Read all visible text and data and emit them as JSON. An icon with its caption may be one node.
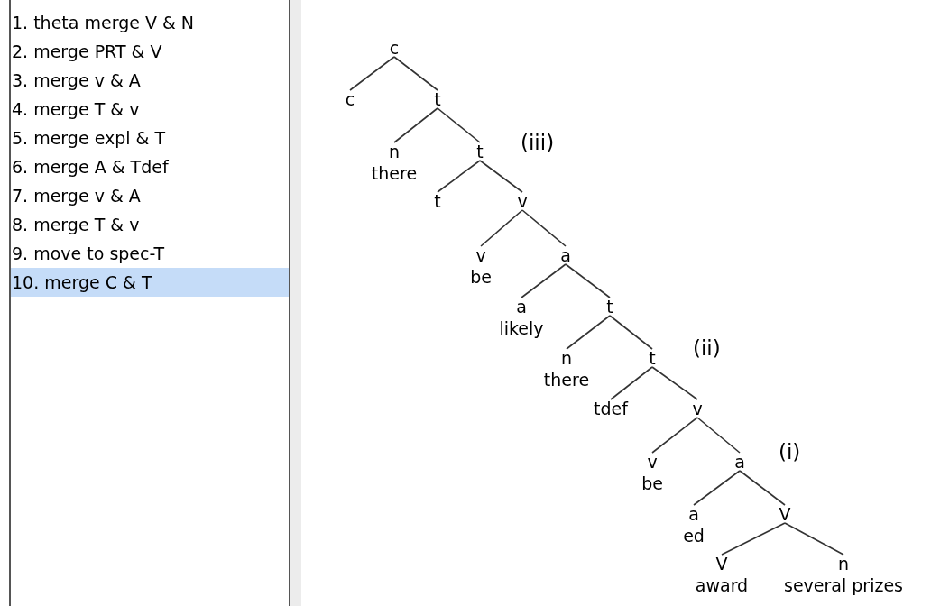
{
  "diagram": {
    "nodes": [
      {
        "text": [
          "c"
        ]
      },
      {
        "text": [
          "c"
        ]
      },
      {
        "text": [
          "t"
        ]
      },
      {
        "text": [
          "n",
          "there"
        ]
      },
      {
        "text": [
          "t"
        ]
      },
      {
        "text": [
          "t"
        ]
      },
      {
        "text": [
          "v"
        ]
      },
      {
        "text": [
          "v",
          "be"
        ]
      },
      {
        "text": [
          "a"
        ]
      },
      {
        "text": [
          "a",
          "likely"
        ]
      },
      {
        "text": [
          "t"
        ]
      },
      {
        "text": [
          "n",
          "there"
        ]
      },
      {
        "text": [
          "t"
        ]
      },
      {
        "text": [
          "tdef"
        ]
      },
      {
        "text": [
          "v"
        ]
      },
      {
        "text": [
          "v",
          "be"
        ]
      },
      {
        "text": [
          "a"
        ]
      },
      {
        "text": [
          "a",
          "ed"
        ]
      },
      {
        "text": [
          "V"
        ]
      },
      {
        "text": [
          "V",
          "award"
        ]
      },
      {
        "text": [
          "n",
          "several prizes"
        ]
      }
    ],
    "edges": [
      {
        "from": 0,
        "to": 1,
        "arrow": "none"
      },
      {
        "from": 0,
        "to": 2,
        "arrow": "none"
      },
      {
        "from": 2,
        "to": 3,
        "arrow": "none"
      },
      {
        "from": 2,
        "to": 4,
        "arrow": "none"
      },
      {
        "from": 4,
        "to": 5,
        "arrow": "none"
      },
      {
        "from": 4,
        "to": 6,
        "arrow": "none"
      },
      {
        "from": 6,
        "to": 7,
        "arrow": "none"
      },
      {
        "from": 6,
        "to": 8,
        "arrow": "none"
      },
      {
        "from": 8,
        "to": 9,
        "arrow": "none"
      },
      {
        "from": 8,
        "to": 10,
        "arrow": "none"
      },
      {
        "from": 10,
        "to": 11,
        "arrow": "none"
      },
      {
        "from": 10,
        "to": 12,
        "arrow": "none"
      },
      {
        "from": 12,
        "to": 13,
        "arrow": "none"
      },
      {
        "from": 12,
        "to": 14,
        "arrow": "none"
      },
      {
        "from": 14,
        "to": 15,
        "arrow": "none"
      },
      {
        "from": 14,
        "to": 16,
        "arrow": "none"
      },
      {
        "from": 16,
        "to": 17,
        "arrow": "none"
      },
      {
        "from": 16,
        "to": 18,
        "arrow": "none"
      },
      {
        "from": 18,
        "to": 19,
        "arrow": "none"
      },
      {
        "from": 18,
        "to": 20,
        "arrow": "none"
      }
    ],
    "labels": [
      "1. theta merge V & N",
      "2. merge PRT & V",
      "3. merge v & A",
      "4. merge T & v",
      "5. merge expl & T",
      "6. merge A & Tdef",
      "7. merge v & A",
      "8. merge T & v",
      "9. move to spec-T",
      "10. merge C & T",
      "(iii)",
      "(ii)",
      "(i)"
    ]
  }
}
